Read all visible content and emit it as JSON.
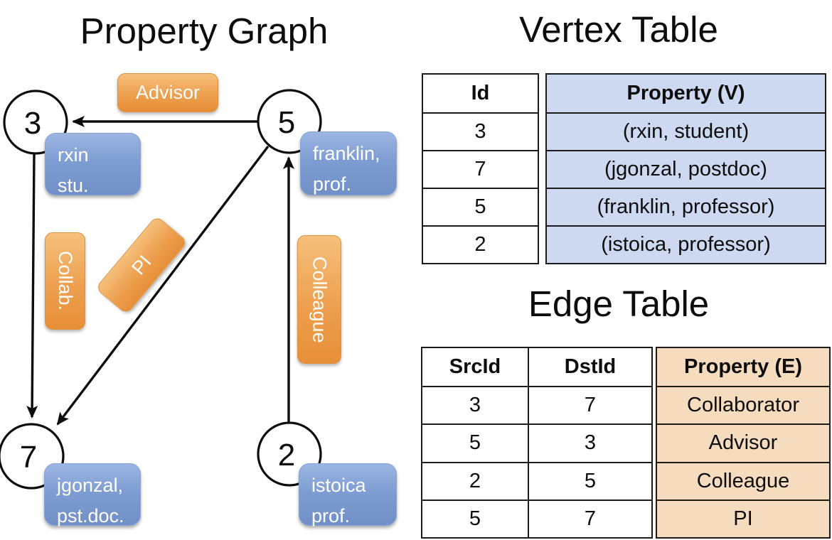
{
  "graph": {
    "title": "Property Graph",
    "nodes": [
      {
        "id": "3",
        "line1": "rxin",
        "line2": "stu."
      },
      {
        "id": "5",
        "line1": "franklin,",
        "line2": "prof."
      },
      {
        "id": "7",
        "line1": "jgonzal,",
        "line2": "pst.doc."
      },
      {
        "id": "2",
        "line1": "istoica",
        "line2": "prof."
      }
    ],
    "edge_labels": {
      "advisor": "Advisor",
      "collab": "Collab.",
      "pi": "PI",
      "colleague": "Colleague"
    }
  },
  "vertex_table": {
    "title": "Vertex Table",
    "col_id": "Id",
    "col_property": "Property (V)",
    "rows": [
      {
        "id": "3",
        "property": "(rxin, student)"
      },
      {
        "id": "7",
        "property": "(jgonzal, postdoc)"
      },
      {
        "id": "5",
        "property": "(franklin, professor)"
      },
      {
        "id": "2",
        "property": "(istoica, professor)"
      }
    ]
  },
  "edge_table": {
    "title": "Edge Table",
    "col_src": "SrcId",
    "col_dst": "DstId",
    "col_property": "Property (E)",
    "rows": [
      {
        "src": "3",
        "dst": "7",
        "property": "Collaborator"
      },
      {
        "src": "5",
        "dst": "3",
        "property": "Advisor"
      },
      {
        "src": "2",
        "dst": "5",
        "property": "Colleague"
      },
      {
        "src": "5",
        "dst": "7",
        "property": "PI"
      }
    ]
  },
  "colors": {
    "vertex_property_fill": "#cdd9f0",
    "edge_property_fill": "#f6dcbe",
    "edge_label_orange": "#e78e37",
    "node_box_blue": "#7190c7"
  }
}
